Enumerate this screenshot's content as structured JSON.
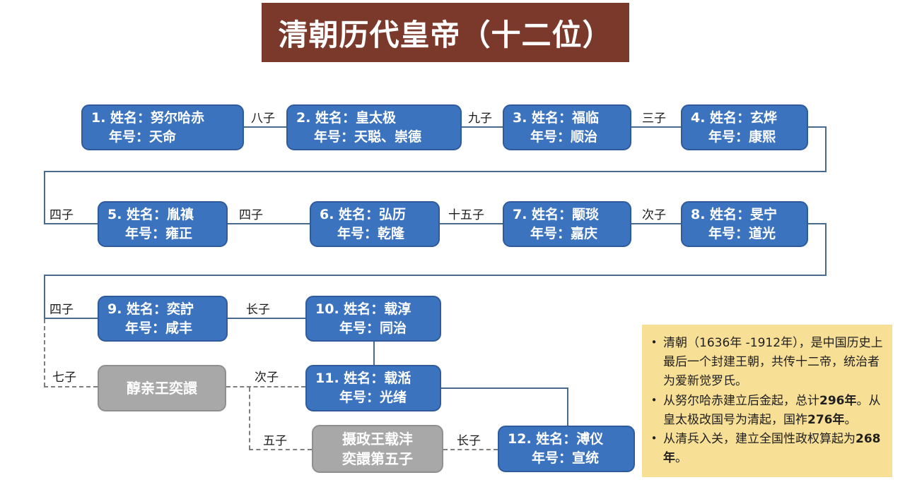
{
  "title": {
    "text": "清朝历代皇帝（十二位）"
  },
  "emperors": [
    {
      "line1": "1. 姓名：努尔哈赤",
      "line2": "年号：天命"
    },
    {
      "line1": "2. 姓名：皇太极",
      "line2": "年号：天聪、崇德"
    },
    {
      "line1": "3. 姓名：福临",
      "line2": "年号：顺治"
    },
    {
      "line1": "4. 姓名：玄烨",
      "line2": "年号：康熙"
    },
    {
      "line1": "5. 姓名：胤禛",
      "line2": "年号：雍正"
    },
    {
      "line1": "6. 姓名：弘历",
      "line2": "年号：乾隆"
    },
    {
      "line1": "7. 姓名：颙琰",
      "line2": "年号：嘉庆"
    },
    {
      "line1": "8. 姓名：旻宁",
      "line2": "年号：道光"
    },
    {
      "line1": "9. 姓名：奕詝",
      "line2": "年号：咸丰"
    },
    {
      "line1": "10. 姓名：载淳",
      "line2": "年号：同治"
    },
    {
      "line1": "11. 姓名：载湉",
      "line2": "年号：光绪"
    },
    {
      "line1": "12. 姓名：溥仪",
      "line2": "年号：宣统"
    }
  ],
  "regents": [
    {
      "line1": "醇亲王奕譞",
      "line2": ""
    },
    {
      "line1": "摄政王载沣",
      "line2": "奕譞第五子"
    }
  ],
  "relations": [
    "八子",
    "九子",
    "三子",
    "四子",
    "四子",
    "十五子",
    "次子",
    "四子",
    "长子",
    "七子",
    "次子",
    "五子",
    "长子"
  ],
  "info": {
    "bullet": "•",
    "items": [
      {
        "t1": "清朝（1636年 -1912年），是中国历史上最后一个封建王朝，共传十二帝，统治者为爱新觉罗氏。",
        "b1": "",
        "t2": "",
        "b2": "",
        "t3": ""
      },
      {
        "t1": "从努尔哈赤建立后金起，总计",
        "b1": "296年",
        "t2": "。从皇太极改国号为清起，国祚",
        "b2": "276年",
        "t3": "。"
      },
      {
        "t1": "从清兵入关，建立全国性政权算起为",
        "b1": "268年",
        "t2": "。",
        "b2": "",
        "t3": ""
      }
    ]
  },
  "colors": {
    "title_bg": "#7B392B",
    "emperor_box_fill": "#3C73BF",
    "emperor_box_border": "#2F5B9B",
    "regent_box_fill": "#A8A8A8",
    "regent_box_border": "#8F8F8F",
    "solid_connector": "#4a6a8c",
    "dashed_connector": "#7f7f7f",
    "info_panel_bg": "#F7DF96",
    "text_on_boxes": "#ffffff"
  }
}
